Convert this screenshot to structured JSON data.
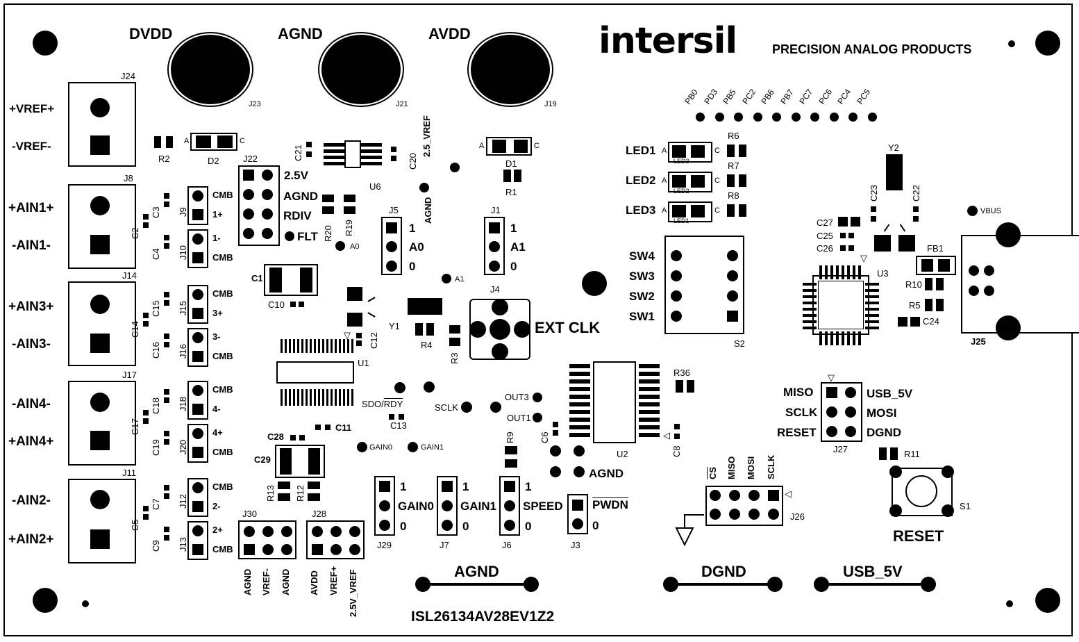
{
  "brand": {
    "logo": "intersil",
    "tagline": "PRECISION ANALOG PRODUCTS"
  },
  "board_name": "ISL26134AV28EV1Z2",
  "posts": {
    "dvdd": "DVDD",
    "agnd": "AGND",
    "avdd": "AVDD",
    "j23": "J23",
    "j21": "J21",
    "j19": "J19"
  },
  "j24": {
    "ref": "J24",
    "pos": "+VREF+",
    "neg": "-VREF-"
  },
  "j8": {
    "ref": "J8",
    "pos": "+AIN1+",
    "neg": "-AIN1-"
  },
  "j14": {
    "ref": "J14",
    "pos": "+AIN3+",
    "neg": "-AIN3-"
  },
  "j17": {
    "ref": "J17",
    "top": "-AIN4-",
    "bottom": "+AIN4+"
  },
  "j11": {
    "ref": "J11",
    "top": "-AIN2-",
    "bottom": "+AIN2+"
  },
  "jumpers_left": [
    {
      "ref": "J9",
      "top": "CMB",
      "bottom": "1+"
    },
    {
      "ref": "J10",
      "top": "1-",
      "bottom": "CMB"
    },
    {
      "ref": "J15",
      "top": "CMB",
      "bottom": "3+"
    },
    {
      "ref": "J16",
      "top": "3-",
      "bottom": "CMB"
    },
    {
      "ref": "J18",
      "top": "CMB",
      "bottom": "4-"
    },
    {
      "ref": "J20",
      "top": "4+",
      "bottom": "CMB"
    },
    {
      "ref": "J12",
      "top": "CMB",
      "bottom": "2-"
    },
    {
      "ref": "J13",
      "top": "2+",
      "bottom": "CMB"
    }
  ],
  "caps_left": [
    "C3",
    "C2",
    "C4",
    "C15",
    "C14",
    "C16",
    "C18",
    "C17",
    "C19",
    "C7",
    "C5",
    "C9"
  ],
  "j22": {
    "ref": "J22",
    "labels": [
      "2.5V",
      "AGND",
      "RDIV",
      "FLT"
    ]
  },
  "misc": {
    "r2": "R2",
    "d2": "D2",
    "d1": "D1",
    "r1": "R1",
    "c21": "C21",
    "c20": "C20",
    "u6": "U6",
    "vref_25": "2.5_VREF",
    "agnd_tp": "AGND",
    "r20": "R20",
    "r19": "R19",
    "a0": "A0",
    "a1": "A1",
    "c1": "C1",
    "c10": "C10",
    "u1": "U1",
    "c12": "C12",
    "y1": "Y1",
    "r4": "R4",
    "r3": "R3",
    "j4": "J4",
    "ext_clk": "EXT CLK",
    "sdo": "SDO/",
    "rdy": "RDY",
    "sclk": "SCLK",
    "c13": "C13",
    "out3": "OUT3",
    "out1": "OUT1",
    "c28": "C28",
    "c11": "C11",
    "c29": "C29",
    "gain0_tp": "GAIN0",
    "gain1_tp": "GAIN1",
    "r13": "R13",
    "r12": "R12",
    "r9": "R9",
    "c6": "C6",
    "u2": "U2",
    "c8": "C8",
    "r36": "R36",
    "agnd2": "AGND",
    "a_anode": "A",
    "c_cathode": "C"
  },
  "j5": {
    "ref": "J5",
    "one": "1",
    "name": "A0",
    "zero": "0"
  },
  "j1": {
    "ref": "J1",
    "one": "1",
    "name": "A1",
    "zero": "0"
  },
  "j29": {
    "ref": "J29",
    "one": "1",
    "name": "GAIN0",
    "zero": "0"
  },
  "j7": {
    "ref": "J7",
    "one": "1",
    "name": "GAIN1",
    "zero": "0"
  },
  "j6": {
    "ref": "J6",
    "one": "1",
    "name": "SPEED",
    "zero": "0"
  },
  "j3": {
    "ref": "J3",
    "name": "PWDN",
    "zero": "0"
  },
  "j30": {
    "ref": "J30",
    "labels": [
      "AGND",
      "VREF-",
      "AGND"
    ]
  },
  "j28": {
    "ref": "J28",
    "labels": [
      "AVDD",
      "VREF+",
      "2.5V_VREF"
    ]
  },
  "bars": {
    "agnd": "AGND",
    "dgnd": "DGND",
    "usb5v": "USB_5V"
  },
  "port_labels": [
    "PB0",
    "PD3",
    "PB5",
    "PC2",
    "PB6",
    "PB7",
    "PC7",
    "PC6",
    "PC4",
    "PC5"
  ],
  "leds": [
    {
      "name": "LED1",
      "ref": "LED3",
      "res": "R6"
    },
    {
      "name": "LED2",
      "ref": "LED2",
      "res": "R7"
    },
    {
      "name": "LED3",
      "ref": "LED1",
      "res": "R8"
    }
  ],
  "s2": {
    "ref": "S2",
    "switches": [
      "SW4",
      "SW3",
      "SW2",
      "SW1"
    ]
  },
  "usb": {
    "y2": "Y2",
    "c23": "C23",
    "c22": "C22",
    "c27": "C27",
    "c25": "C25",
    "c26": "C26",
    "u3": "U3",
    "vbus": "VBUS",
    "fb1": "FB1",
    "r10": "R10",
    "r5": "R5",
    "c24": "C24",
    "j25": "J25"
  },
  "j27": {
    "ref": "J27",
    "left": [
      "MISO",
      "SCLK",
      "RESET"
    ],
    "right": [
      "USB_5V",
      "MOSI",
      "DGND"
    ]
  },
  "j26": {
    "ref": "J26",
    "labels": [
      "CS",
      "MISO",
      "MOSI",
      "SCLK"
    ]
  },
  "reset": {
    "r11": "R11",
    "s1": "S1",
    "label": "RESET"
  }
}
